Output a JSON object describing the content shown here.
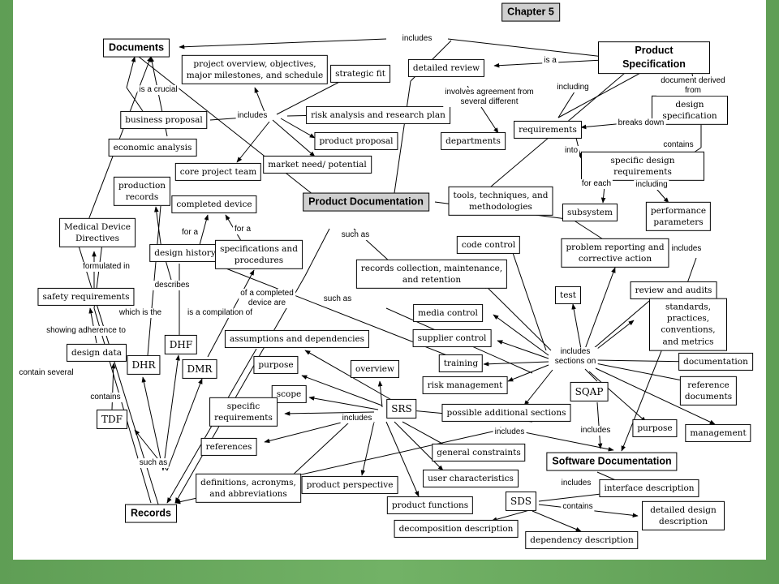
{
  "title": "Chapter 5",
  "nodes": {
    "chapter5": "Chapter 5",
    "documents": "Documents",
    "product_spec": "Product Specification",
    "project_overview": "project overview, objectives,\nmajor milestones, and schedule",
    "strategic_fit": "strategic fit",
    "detailed_review": "detailed review",
    "business_proposal": "business proposal",
    "risk_analysis": "risk analysis and research plan",
    "design_spec": "design specification",
    "economic_analysis": "economic analysis",
    "product_proposal": "product proposal",
    "departments": "departments",
    "requirements": "requirements",
    "core_team": "core project team",
    "market_need": "market need/ potential",
    "specific_design_req": "specific design requirements",
    "production_records": "production\nrecords",
    "completed_device": "completed device",
    "product_documentation": "Product Documentation",
    "tools": "tools, techniques, and\nmethodologies",
    "subsystem": "subsystem",
    "performance": "performance\nparameters",
    "mdd": "Medical Device\nDirectives",
    "design_history": "design history",
    "specs_procedures": "specifications and\nprocedures",
    "code_control": "code control",
    "problem_reporting": "problem reporting and\ncorrective action",
    "records_collection": "records collection, maintenance,\nand retention",
    "safety_req": "safety requirements",
    "test": "test",
    "review_audits": "review and audits",
    "media_control": "media control",
    "standards": "standards, practices,\nconventions, and metrics",
    "assumptions": "assumptions and dependencies",
    "supplier_control": "supplier control",
    "dhf": "DHF",
    "design_data": "design data",
    "purpose1": "purpose",
    "overview": "overview",
    "training": "training",
    "documentation": "documentation",
    "dhr": "DHR",
    "dmr": "DMR",
    "risk_mgmt": "risk management",
    "reference_docs": "reference\ndocuments",
    "scope": "scope",
    "sqap": "SQAP",
    "specific_req": "specific\nrequirements",
    "srs": "SRS",
    "possible_sections": "possible additional sections",
    "tdf": "TDF",
    "purpose2": "purpose",
    "management": "management",
    "references": "references",
    "general_constraints": "general constraints",
    "software_documentation": "Software Documentation",
    "user_char": "user characteristics",
    "definitions": "definitions, acronyms,\nand abbreviations",
    "product_perspective": "product perspective",
    "interface_desc": "interface description",
    "sds": "SDS",
    "product_functions": "product functions",
    "detailed_design_desc": "detailed design description",
    "records": "Records",
    "decomposition_desc": "decomposition description",
    "dependency_desc": "dependency description"
  },
  "labels": {
    "includes_top": "includes",
    "is_a": "is a",
    "is_a_crucial": "is a crucial",
    "including_1": "including",
    "document_derived": "document derived from",
    "involves_agreement": "involves agreement from\nseveral different",
    "includes_mid": "includes",
    "breaks_down": "breaks down",
    "contains_1": "contains",
    "into": "into",
    "for_each": "for each",
    "including_2": "including",
    "for_a_1": "for a",
    "for_a_2": "for a",
    "such_as_1": "such as",
    "formulated_in": "formulated in",
    "describes": "describes",
    "includes_right": "includes",
    "of_completed": "of a completed\ndevice are",
    "which_is_the": "which is the",
    "is_compilation": "is a compilation of",
    "such_as_2": "such as",
    "showing_adherence": "showing adherence to",
    "includes_sections": "includes\nsections on",
    "contain_several": "contain several",
    "contains_2": "contains",
    "includes_srs": "includes",
    "includes_bottom1": "includes",
    "includes_bottom2": "includes",
    "such_as_3": "such as",
    "includes_sd": "includes",
    "contains_3": "contains"
  }
}
